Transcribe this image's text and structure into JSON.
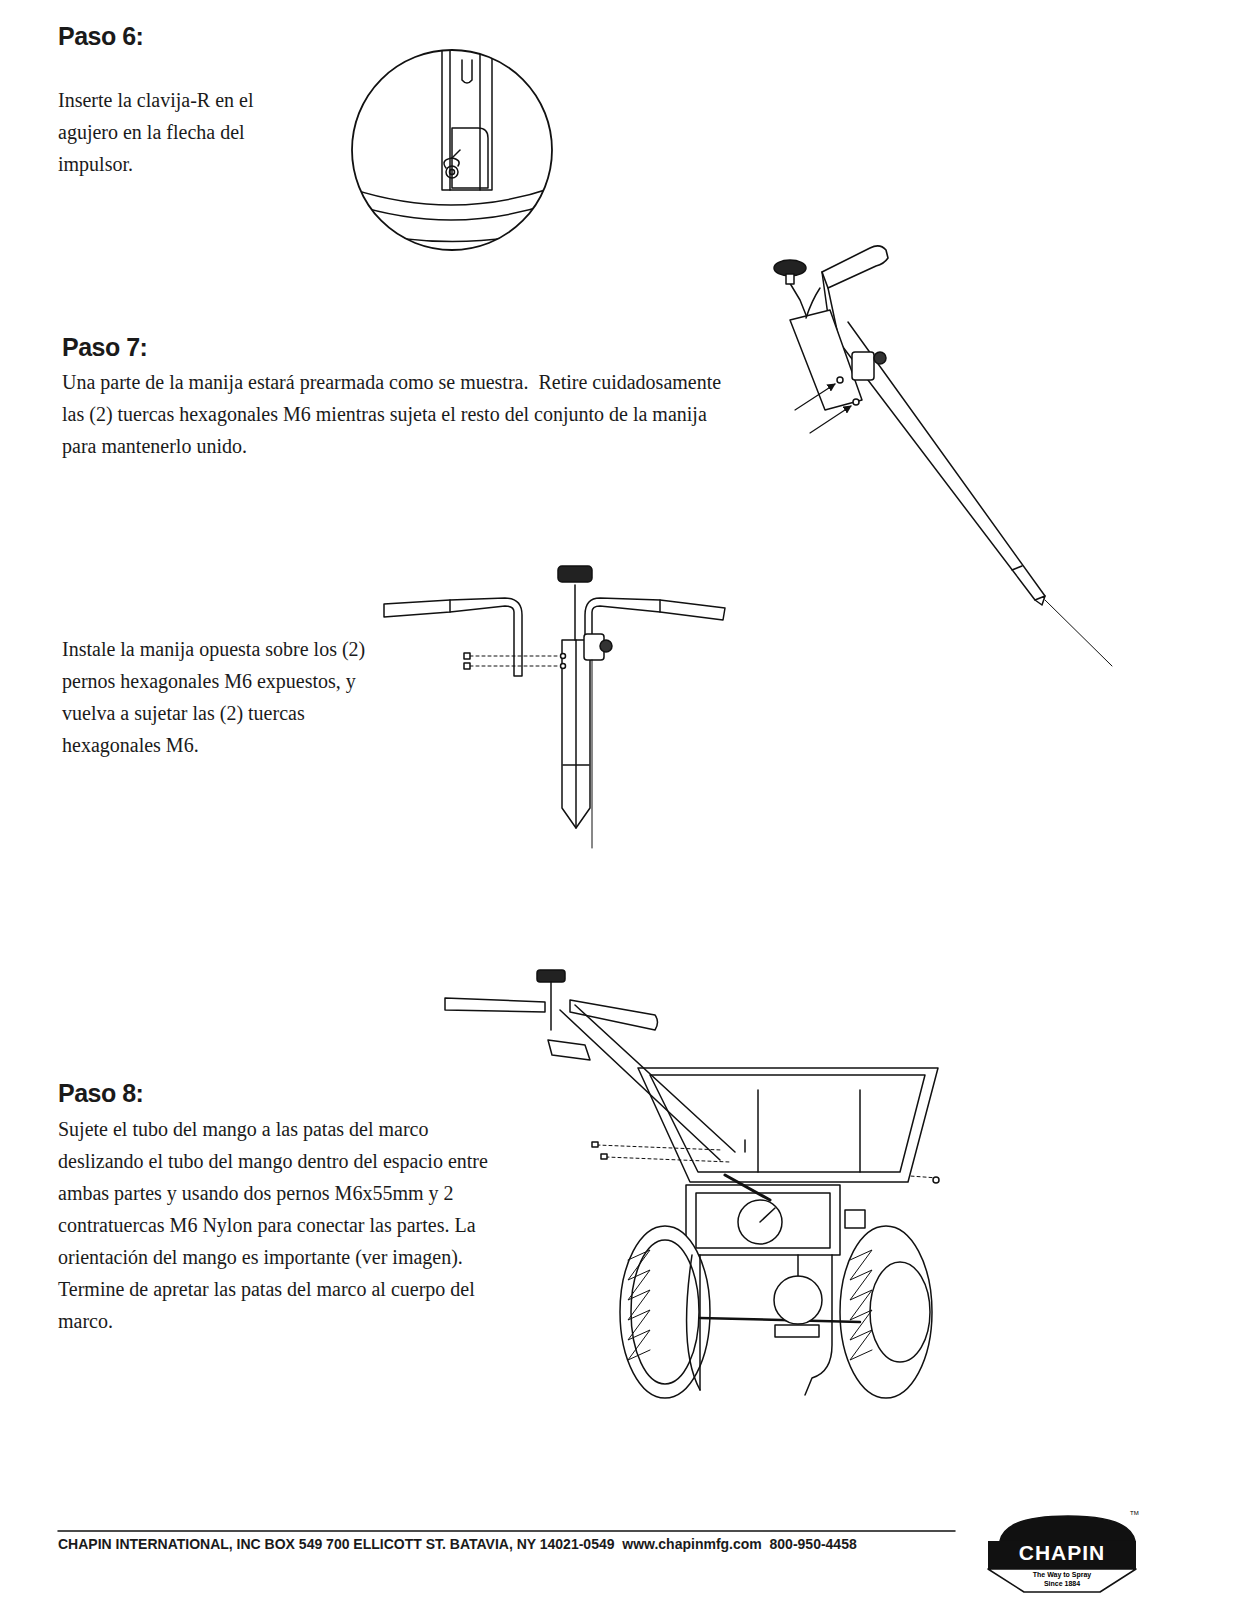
{
  "diagram": {
    "labels": [
      "Paso 6:",
      "Inserte la clavija-R en el agujero en la flecha del impulsor.",
      "Paso 7:",
      "Una parte de la manija estará prearmada como se muestra.  Retire cuidadosamente las (2) tuercas hexagonales M6 mientras sujeta el resto del conjunto de la manija para mantenerlo unido.",
      "Instale la manija opuesta sobre los (2) pernos hexagonales M6 expuestos, y vuelva a sujetar las (2) tuercas hexagonales M6.",
      "Paso 8:",
      "Sujete el tubo del mango a las patas del marco deslizando el tubo del mango dentro del espacio entre ambas partes y usando dos pernos M6x55mm y 2 contratuercas M6 Nylon para conectar las partes. La orientación del mango es importante (ver imagen). Termine de apretar las patas del marco al cuerpo del marco.",
      "CHAPIN INTERNATIONAL, INC BOX 549 700 ELLICOTT ST. BATAVIA, NY 14021-0549  www.chapinmfg.com  800-950-4458",
      "CHAPIN",
      "The Way to Spray",
      "Since 1884",
      "TM"
    ]
  }
}
